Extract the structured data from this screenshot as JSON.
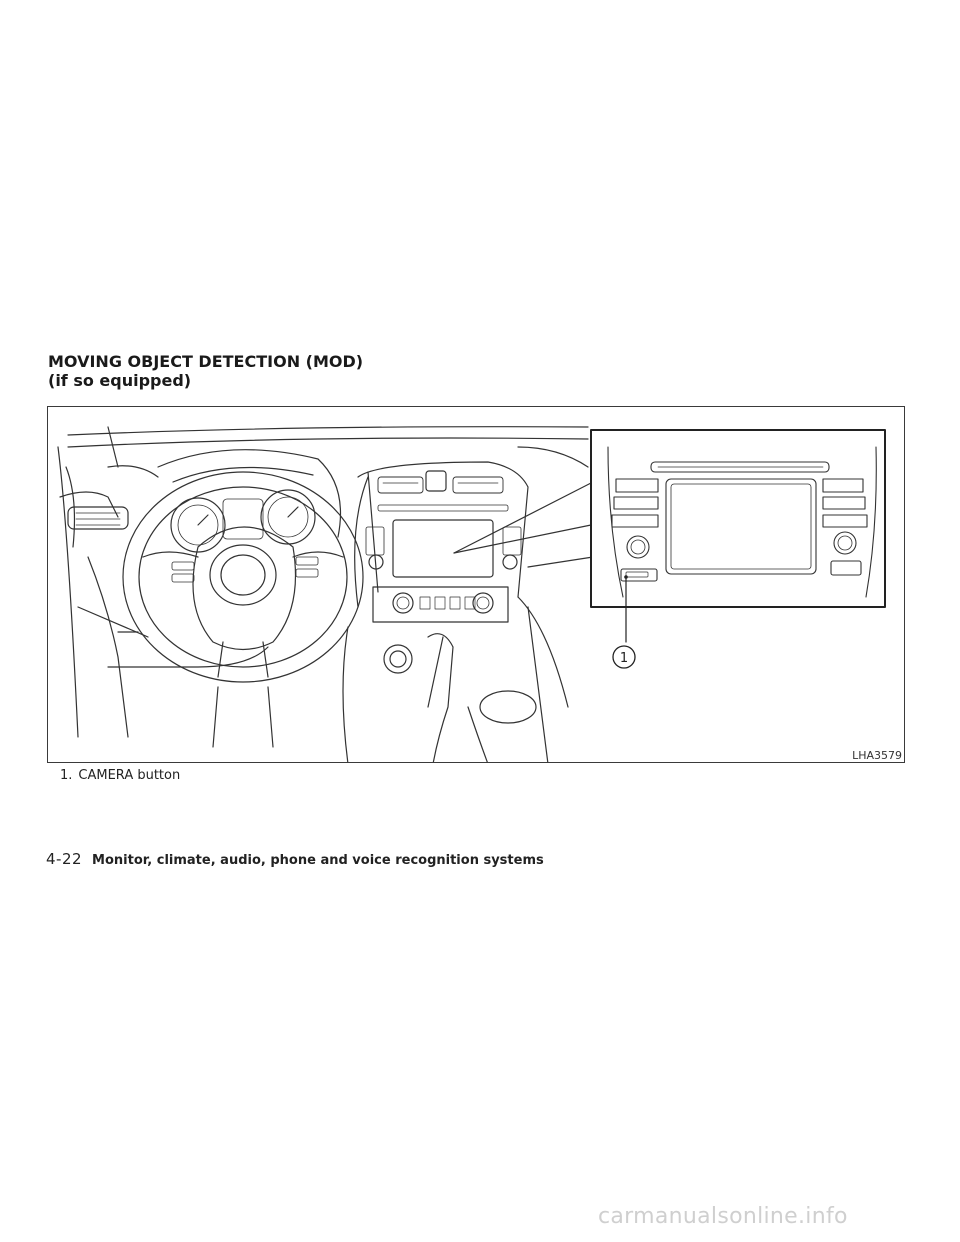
{
  "section": {
    "title_line1": "MOVING OBJECT DETECTION (MOD)",
    "title_line2": "(if so equipped)"
  },
  "figure": {
    "id": "LHA3579",
    "callout": "1",
    "caption_number": "1.",
    "caption_text": "CAMERA button"
  },
  "footer": {
    "page_number": "4-22",
    "section_name": "Monitor, climate, audio, phone and voice recognition systems"
  },
  "watermark": "carmanualsonline.info"
}
